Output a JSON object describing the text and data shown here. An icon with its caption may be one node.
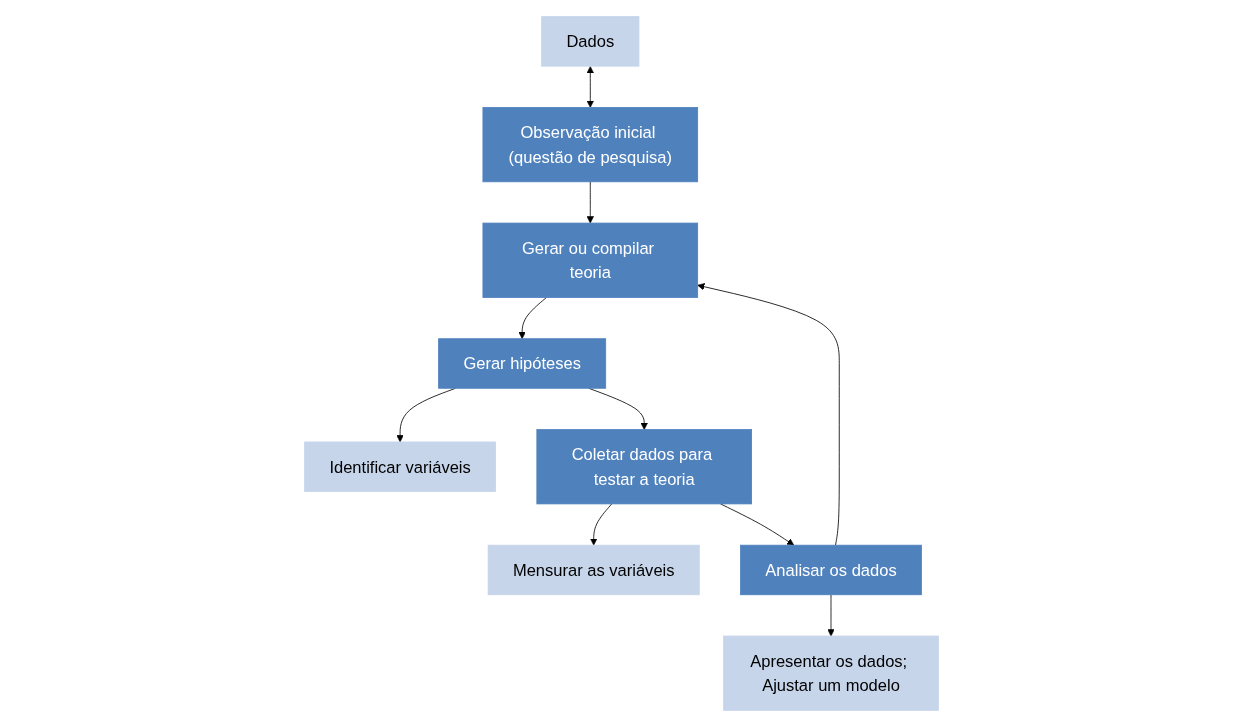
{
  "diagram": {
    "nodes": [
      {
        "text": [
          "Dados"
        ]
      },
      {
        "text": [
          "Observação inicial (questão de pesquisa)"
        ]
      },
      {
        "text": [
          "Gerar ou compilar teoria"
        ]
      },
      {
        "text": [
          "Identificar variáveis"
        ]
      },
      {
        "text": [
          "Gerar hipóteses"
        ]
      },
      {
        "text": [
          "Mensurar as variáveis"
        ]
      },
      {
        "text": [
          "Coletar dados para testar a teoria"
        ]
      },
      {
        "text": [
          "Apresentar os dados; Ajustar um modelo"
        ]
      },
      {
        "text": [
          "Analisar os dados"
        ]
      }
    ],
    "edges": [
      {
        "from": 0,
        "to": 1,
        "arrow": "both"
      },
      {
        "from": 1,
        "to": 2,
        "arrow": "to"
      },
      {
        "from": 2,
        "to": 4,
        "arrow": "to"
      },
      {
        "from": 4,
        "to": 3,
        "arrow": "to"
      },
      {
        "from": 4,
        "to": 6,
        "arrow": "to"
      },
      {
        "from": 6,
        "to": 5,
        "arrow": "to"
      },
      {
        "from": 6,
        "to": 8,
        "arrow": "to"
      },
      {
        "from": 8,
        "to": 7,
        "arrow": "to"
      },
      {
        "from": 8,
        "to": 2,
        "arrow": "to"
      }
    ]
  }
}
